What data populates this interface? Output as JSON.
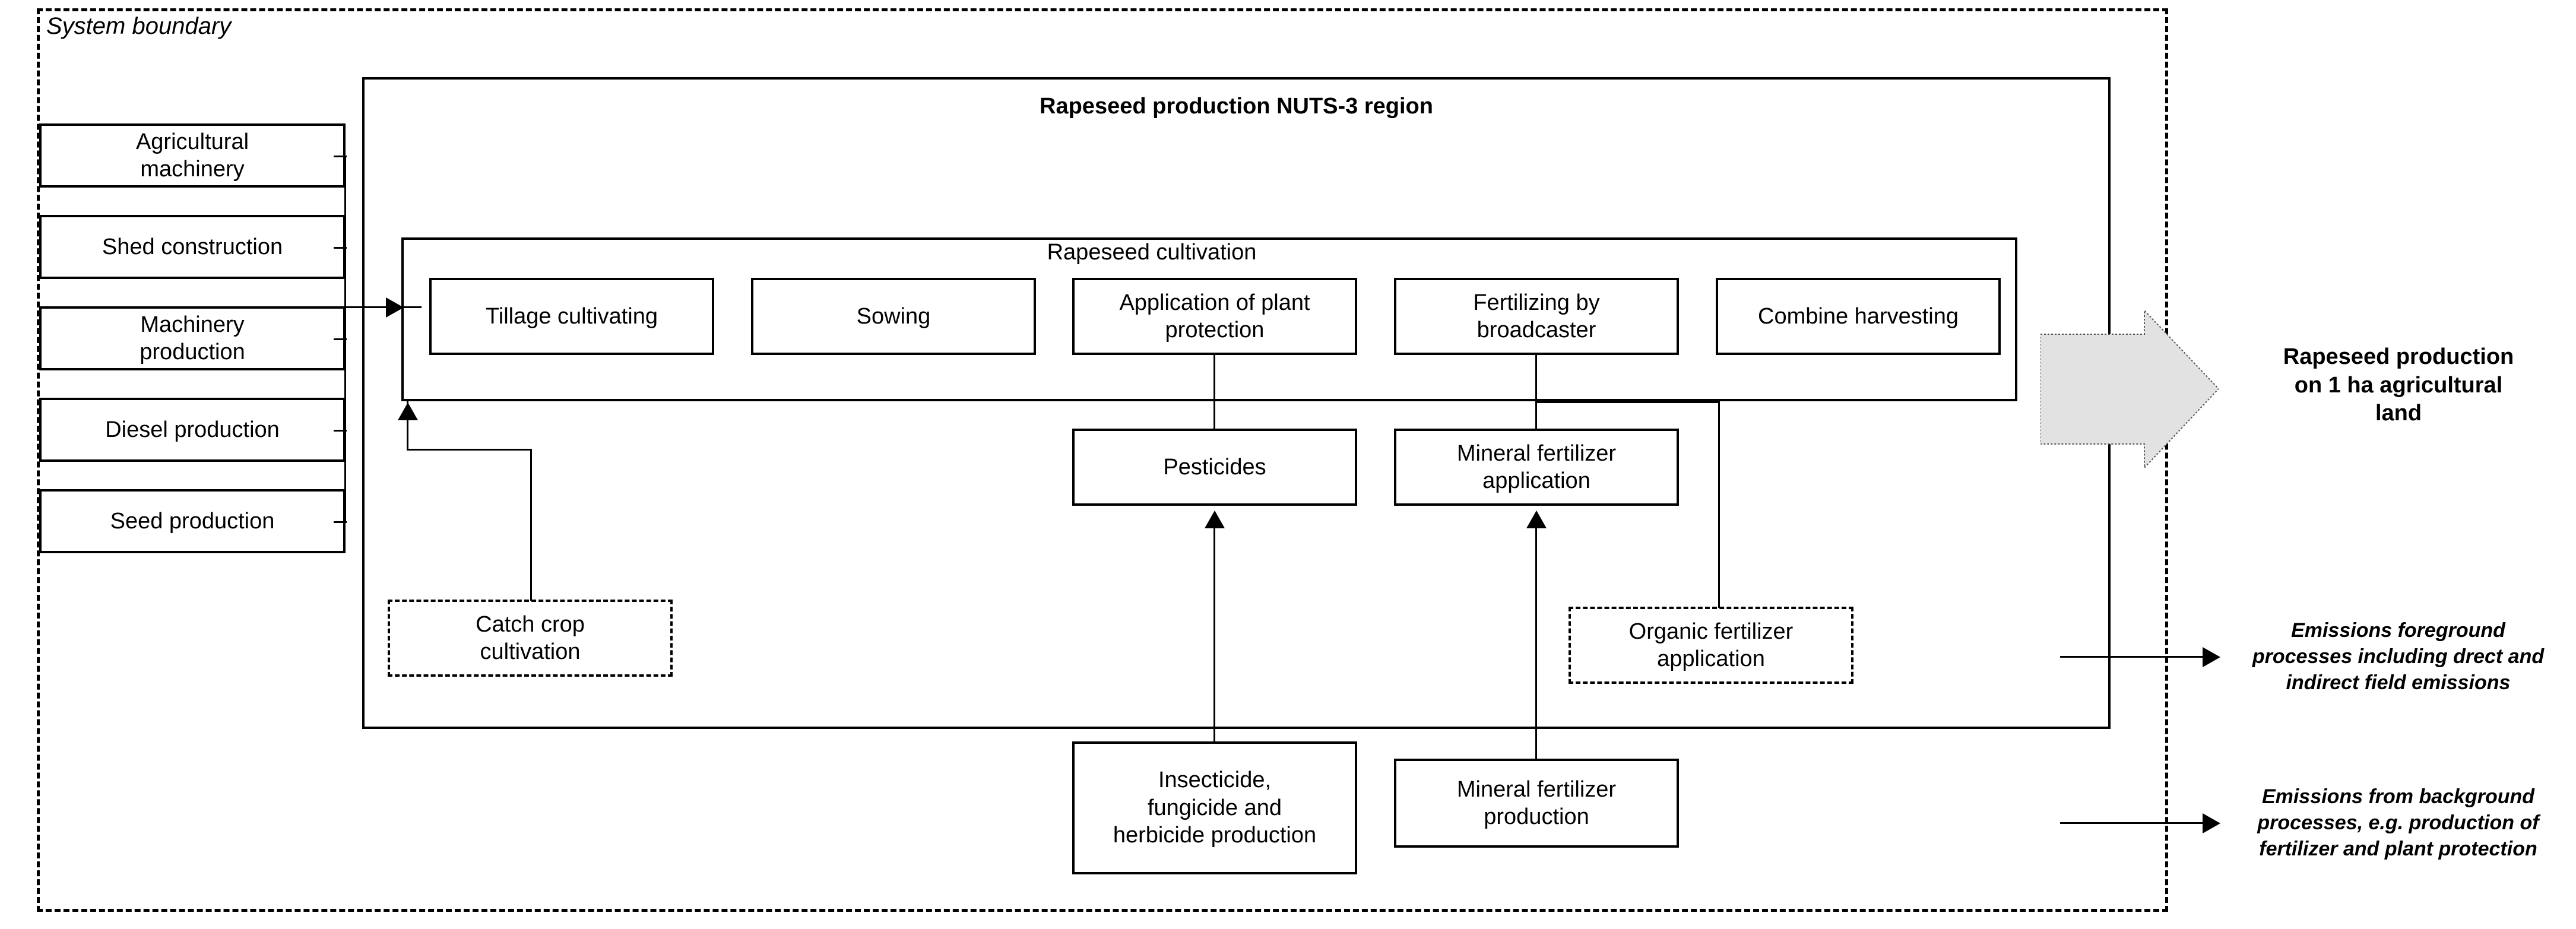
{
  "diagram": {
    "system_boundary_label": "System boundary",
    "main_frame_title": "Rapeseed production NUTS-3 region",
    "cultivation_frame_title": "Rapeseed cultivation",
    "inputs": [
      {
        "label": "Agricultural\nmachinery"
      },
      {
        "label": "Shed construction"
      },
      {
        "label": "Machinery\nproduction"
      },
      {
        "label": "Diesel production"
      },
      {
        "label": "Seed production"
      }
    ],
    "cultivation_steps": [
      {
        "label": "Tillage cultivating"
      },
      {
        "label": "Sowing"
      },
      {
        "label": "Application of plant\nprotection"
      },
      {
        "label": "Fertilizing by\nbroadcaster"
      },
      {
        "label": "Combine harvesting"
      }
    ],
    "mid_boxes": [
      {
        "label": "Pesticides"
      },
      {
        "label": "Mineral fertilizer\napplication"
      }
    ],
    "optional_boxes": [
      {
        "label": "Catch crop\ncultivation"
      },
      {
        "label": "Organic fertilizer\napplication"
      }
    ],
    "background_boxes": [
      {
        "label": "Insecticide,\nfungicide and\nherbicide production"
      },
      {
        "label": "Mineral fertilizer\nproduction"
      }
    ],
    "outputs": {
      "product": "Rapeseed production\non  1 ha agricultural\nland",
      "emissions_foreground": "Emissions foreground\nprocesses including drect and\nindirect field emissions",
      "emissions_background": "Emissions from background\nprocesses, e.g. production of\nfertilizer and plant protection"
    },
    "colors": {
      "line": "#000000",
      "product_arrow_fill": "#e2e2e2",
      "background": "#ffffff"
    }
  }
}
